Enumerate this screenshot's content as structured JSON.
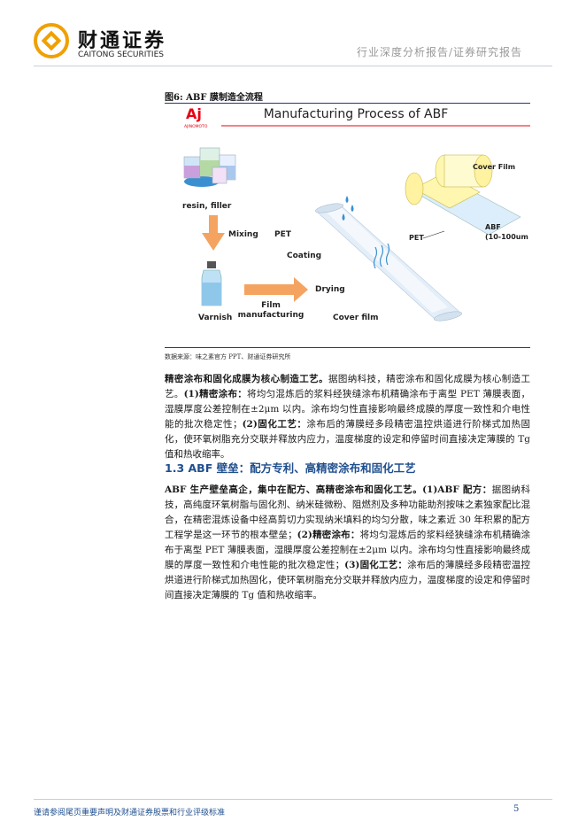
{
  "header": {
    "logo_cn": "财通证券",
    "logo_en": "CAITONG SECURITIES",
    "report_type": "行业深度分析报告/证券研究报告"
  },
  "figure": {
    "caption": "图6: ABF 膜制造全流程",
    "title": "Manufacturing Process of ABF",
    "brand": "AJINOMOTO",
    "labels": {
      "resin": "resin, filler",
      "mixing": "Mixing",
      "varnish": "Varnish",
      "film_mfg_1": "Film",
      "film_mfg_2": "manufacturing",
      "pet": "PET",
      "coating": "Coating",
      "drying": "Drying",
      "cover_film": "Cover film",
      "cover_film_right": "Cover Film",
      "pet_right": "PET",
      "abf": "ABF",
      "abf_thickness": "(10-100um"
    },
    "colors": {
      "accent": "#e60012",
      "arrow": "#f4a460",
      "rule": "#1f3a6d"
    }
  },
  "source": "数据来源：味之素官方 PPT、财通证券研究所",
  "paragraph1": {
    "bold1": "精密涂布和固化成膜为核心制造工艺。",
    "text1": "据图纳科技，精密涂布和固化成膜为核心制造工艺。",
    "bold2": "(1)精密涂布：",
    "text2": "将均匀混炼后的浆料经狭缝涂布机精确涂布于离型 PET 薄膜表面，湿膜厚度公差控制在±2μm 以内。涂布均匀性直接影响最终成膜的厚度一致性和介电性能的批次稳定性；",
    "bold3": "(2)固化工艺：",
    "text3": "涂布后的薄膜经多段精密温控烘道进行阶梯式加热固化，使环氧树脂充分交联并释放内应力，温度梯度的设定和停留时间直接决定薄膜的 Tg 值和热收缩率。"
  },
  "section": {
    "title": "1.3 ABF 壁垒：配方专利、高精密涂布和固化工艺"
  },
  "paragraph2": {
    "bold1": "ABF 生产壁垒高企，集中在配方、高精密涂布和固化工艺。",
    "bold2": "(1)ABF 配方：",
    "text2": "据图纳科技，高纯度环氧树脂与固化剂、纳米硅微粉、阻燃剂及多种功能助剂按味之素独家配比混合，在精密混炼设备中经高剪切力实现纳米填料的均匀分散，味之素近 30 年积累的配方工程学是这一环节的根本壁垒；",
    "bold3": "(2)精密涂布：",
    "text3": "将均匀混炼后的浆料经狭缝涂布机精确涂布于离型 PET 薄膜表面，湿膜厚度公差控制在±2μm 以内。涂布均匀性直接影响最终成膜的厚度一致性和介电性能的批次稳定性；",
    "bold4": "(3)固化工艺：",
    "text4": "涂布后的薄膜经多段精密温控烘道进行阶梯式加热固化，使环氧树脂充分交联并释放内应力，温度梯度的设定和停留时间直接决定薄膜的 Tg 值和热收缩率。"
  },
  "footer": {
    "note": "谨请参阅尾页重要声明及财通证券股票和行业评级标准",
    "page": "5"
  }
}
